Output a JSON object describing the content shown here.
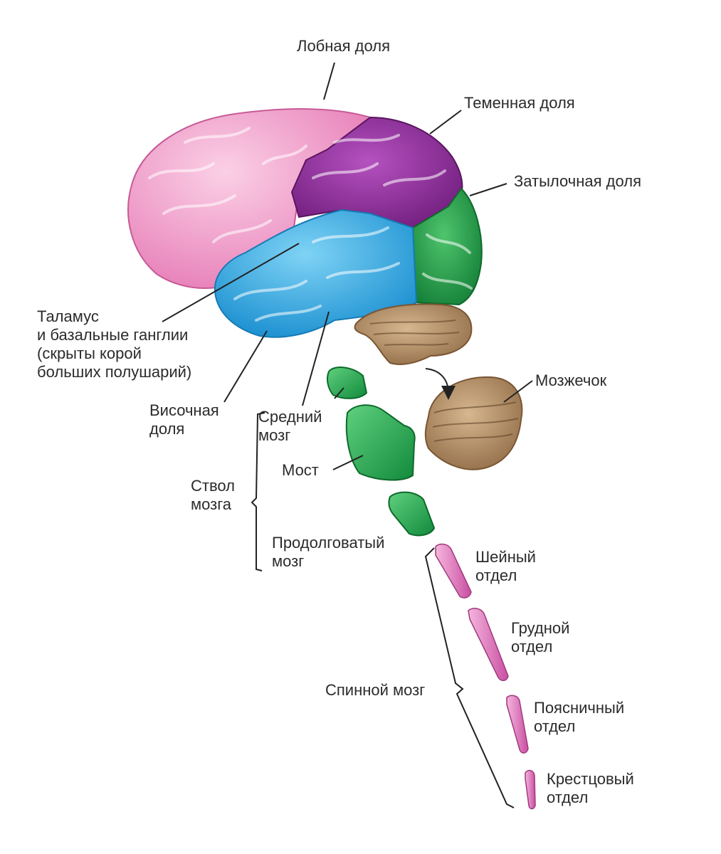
{
  "colors": {
    "frontal": "#f29ac8",
    "parietal": "#8e2a99",
    "occipital": "#25a24a",
    "temporal": "#25a9e3",
    "cerebellum": "#b08a62",
    "brainstem": "#1fa64a",
    "spinal": "#e27ac0",
    "line": "#222222"
  },
  "labels": {
    "frontal": "Лобная доля",
    "parietal": "Теменная доля",
    "occipital": "Затылочная доля",
    "thalamus": [
      "Таламус",
      "и базальные ганглии",
      "(скрыты корой",
      "больших полушарий)"
    ],
    "temporal": [
      "Височная",
      "доля"
    ],
    "midbrain": [
      "Средний",
      "мозг"
    ],
    "pons": "Мост",
    "brainstem": [
      "Ствол",
      "мозга"
    ],
    "medulla": [
      "Продолговатый",
      "мозг"
    ],
    "cerebellum": "Мозжечок",
    "spinal_cord": "Спинной мозг",
    "cervical": [
      "Шейный",
      "отдел"
    ],
    "thoracic": [
      "Грудной",
      "отдел"
    ],
    "lumbar": [
      "Поясничный",
      "отдел"
    ],
    "sacral": [
      "Крестцовый",
      "отдел"
    ]
  }
}
